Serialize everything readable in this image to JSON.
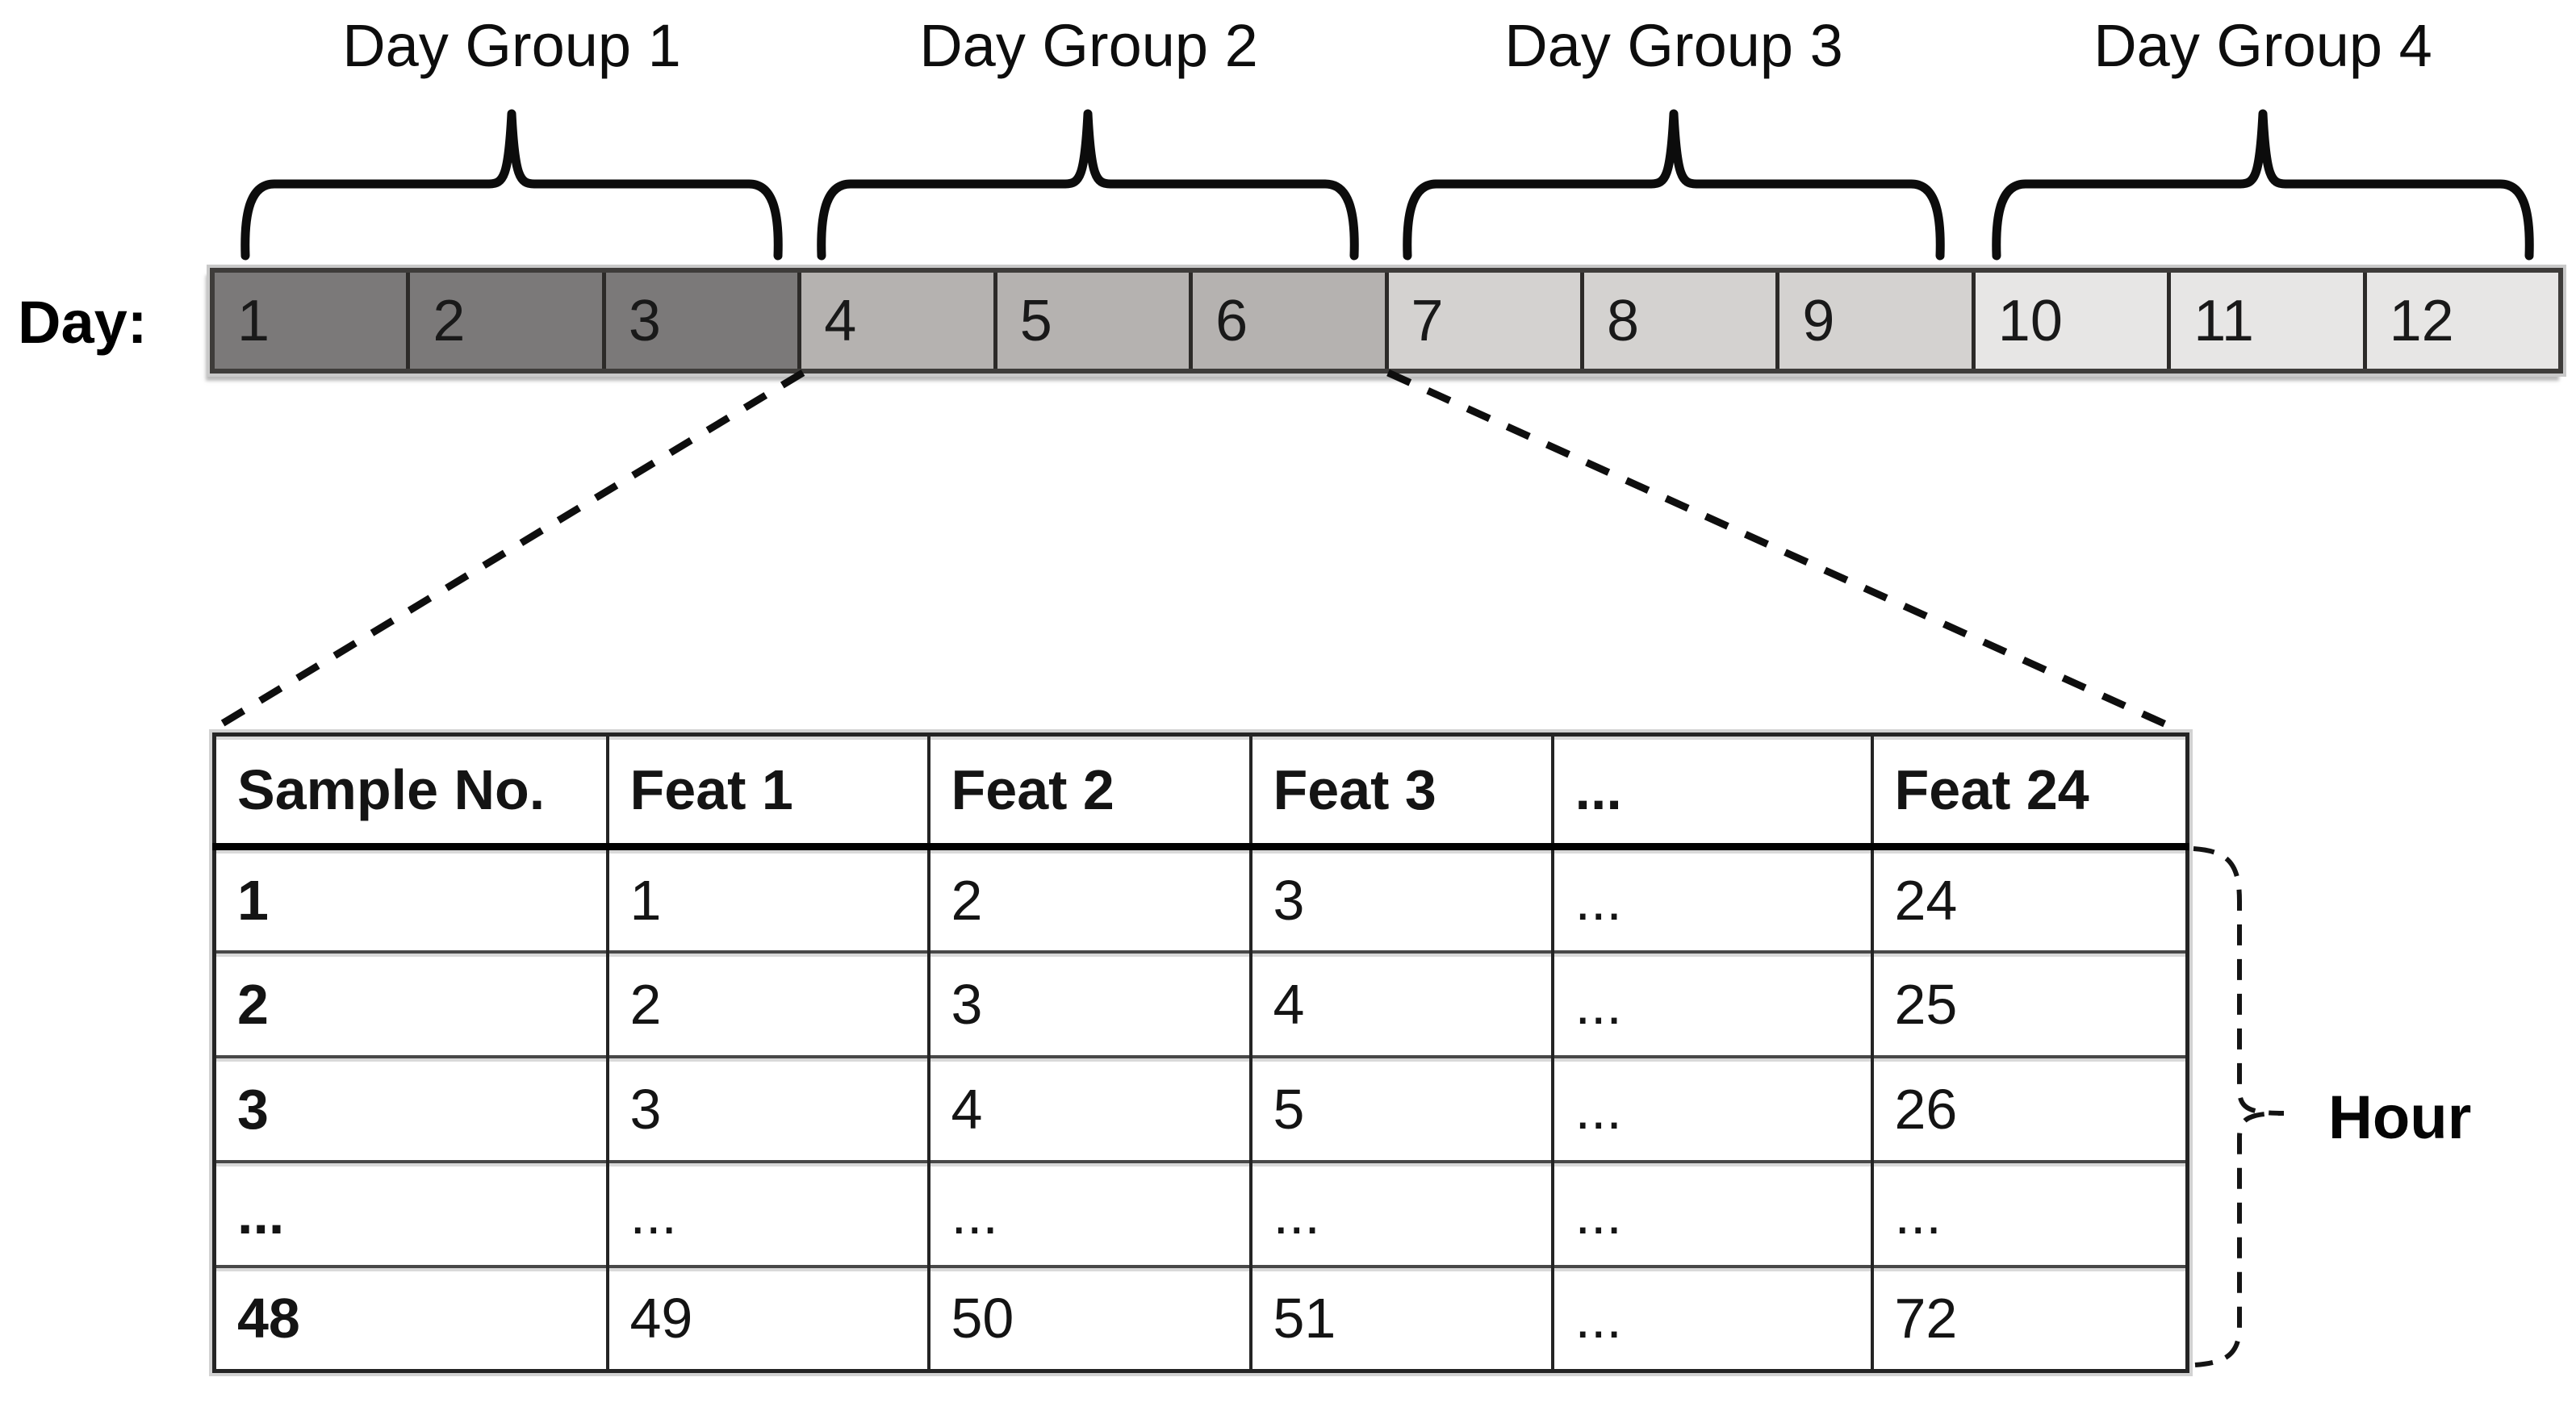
{
  "figure": {
    "day_axis_label": "Day:",
    "day_groups": [
      {
        "label": "Day Group 1",
        "days": [
          "1",
          "2",
          "3"
        ],
        "color": "#7b7979"
      },
      {
        "label": "Day Group 2",
        "days": [
          "4",
          "5",
          "6"
        ],
        "color": "#b5b2b0"
      },
      {
        "label": "Day Group 3",
        "days": [
          "7",
          "8",
          "9"
        ],
        "color": "#d4d2d0"
      },
      {
        "label": "Day Group 4",
        "days": [
          "10",
          "11",
          "12"
        ],
        "color": "#e7e6e5"
      }
    ],
    "table": {
      "headers": [
        "Sample No.",
        "Feat 1",
        "Feat 2",
        "Feat 3",
        "...",
        "Feat 24"
      ],
      "rows": [
        [
          "1",
          "1",
          "2",
          "3",
          "...",
          "24"
        ],
        [
          "2",
          "2",
          "3",
          "4",
          "...",
          "25"
        ],
        [
          "3",
          "3",
          "4",
          "5",
          "...",
          "26"
        ],
        [
          "...",
          "...",
          "...",
          "...",
          "...",
          "..."
        ],
        [
          "48",
          "49",
          "50",
          "51",
          "...",
          "72"
        ]
      ]
    },
    "hour_brace_label": "Hour",
    "line_color": "#0e0e0e"
  }
}
